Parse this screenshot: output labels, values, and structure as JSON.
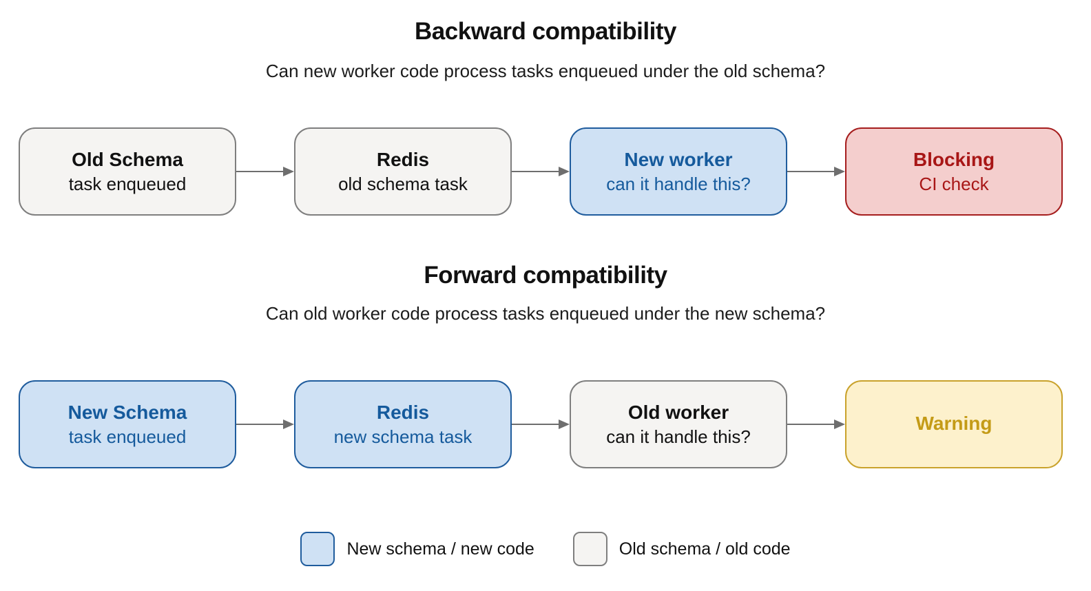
{
  "sections": [
    {
      "title": "Backward compatibility",
      "subtitle": "Can new worker code process tasks enqueued under the old schema?",
      "nodes": [
        {
          "title": "Old Schema",
          "subtitle": "task enqueued",
          "variant": "old"
        },
        {
          "title": "Redis",
          "subtitle": "old schema task",
          "variant": "old"
        },
        {
          "title": "New worker",
          "subtitle": "can it handle this?",
          "variant": "new"
        },
        {
          "title": "Blocking",
          "subtitle": "CI check",
          "variant": "blocking"
        }
      ]
    },
    {
      "title": "Forward compatibility",
      "subtitle": "Can old worker code process tasks enqueued under the new schema?",
      "nodes": [
        {
          "title": "New Schema",
          "subtitle": "task enqueued",
          "variant": "new"
        },
        {
          "title": "Redis",
          "subtitle": "new schema task",
          "variant": "new"
        },
        {
          "title": "Old worker",
          "subtitle": "can it handle this?",
          "variant": "old"
        },
        {
          "title": "Warning",
          "subtitle": "",
          "variant": "warning"
        }
      ]
    }
  ],
  "legend": [
    {
      "label": "New schema / new code",
      "variant": "new"
    },
    {
      "label": "Old schema / old code",
      "variant": "old"
    }
  ],
  "colors": {
    "heading": "#111111",
    "old-fill": "#f5f4f2",
    "old-border": "#7e7e7e",
    "old-text": "#111111",
    "new-fill": "#cfe1f4",
    "new-border": "#1f5c9d",
    "new-text": "#155a9c",
    "blocking-fill": "#f4cecd",
    "blocking-border": "#a51d1d",
    "blocking-text": "#a81616",
    "warning-fill": "#fdf1cc",
    "warning-border": "#c9a22b",
    "warning-text": "#c49b17",
    "arrow": "#6e6e6e"
  }
}
